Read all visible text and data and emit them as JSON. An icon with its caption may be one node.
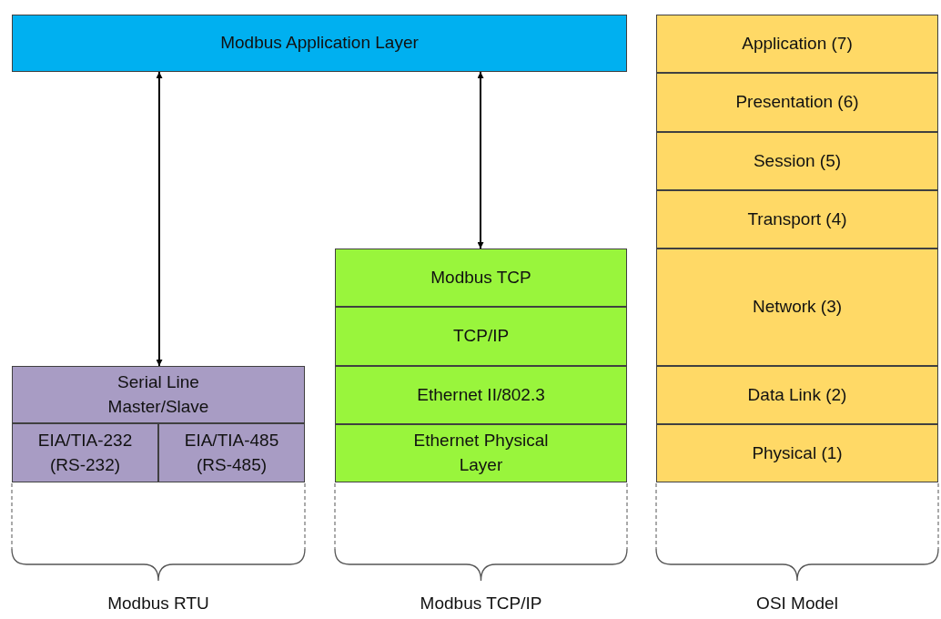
{
  "diagram": {
    "nodes": [
      {
        "text": [
          "Modbus Application Layer"
        ]
      },
      {
        "text": [
          "Serial Line Master/Slave"
        ]
      },
      {
        "text": [
          "EIA/TIA-232 (RS-232)"
        ]
      },
      {
        "text": [
          "EIA/TIA-485 (RS-485)"
        ]
      },
      {
        "text": [
          "Modbus TCP"
        ]
      },
      {
        "text": [
          "TCP/IP"
        ]
      },
      {
        "text": [
          "Ethernet II/802.3"
        ]
      },
      {
        "text": [
          "Ethernet Physical Layer"
        ]
      },
      {
        "text": [
          "Application (7)"
        ]
      },
      {
        "text": [
          "Presentation (6)"
        ]
      },
      {
        "text": [
          "Session (5)"
        ]
      },
      {
        "text": [
          "Transport (4)"
        ]
      },
      {
        "text": [
          "Network (3)"
        ]
      },
      {
        "text": [
          "Data Link (2)"
        ]
      },
      {
        "text": [
          "Physical (1)"
        ]
      }
    ],
    "edges": [
      {
        "from": 0,
        "to": 1,
        "arrow": "both"
      },
      {
        "from": 0,
        "to": 4,
        "arrow": "both"
      }
    ],
    "labels": [
      "Modbus RTU",
      "Modbus TCP/IP",
      "OSI Model"
    ]
  }
}
